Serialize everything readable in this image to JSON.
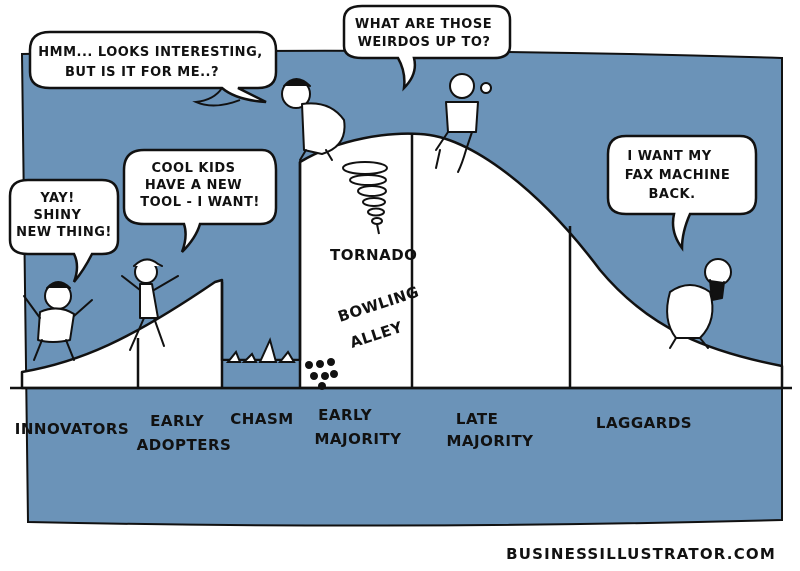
{
  "colors": {
    "panel": "#6b93b8",
    "ink": "#111111",
    "paper": "#ffffff"
  },
  "segments": [
    {
      "key": "innovators",
      "lines": [
        "INNOVATORS"
      ]
    },
    {
      "key": "early_adopters",
      "lines": [
        "EARLY",
        "ADOPTERS"
      ]
    },
    {
      "key": "chasm",
      "lines": [
        "CHASM"
      ]
    },
    {
      "key": "early_majority",
      "lines": [
        "EARLY",
        "MAJORITY"
      ]
    },
    {
      "key": "late_majority",
      "lines": [
        "LATE",
        "MAJORITY"
      ]
    },
    {
      "key": "laggards",
      "lines": [
        "LAGGARDS"
      ]
    }
  ],
  "bubbles": {
    "innovator": [
      "YAY!",
      "SHINY",
      "NEW THING!"
    ],
    "early_adopter": [
      "COOL KIDS",
      "HAVE A NEW",
      "TOOL - I WANT!"
    ],
    "early_majority": [
      "HMM... LOOKS INTERESTING,",
      "BUT IS IT FOR ME..?"
    ],
    "late_majority": [
      "WHAT ARE THOSE",
      "WEIRDOS UP TO?"
    ],
    "laggard": [
      "I WANT MY",
      "FAX MACHINE",
      "BACK."
    ]
  },
  "annotations": {
    "tornado": "TORNADO",
    "bowling_line1": "BOWLING",
    "bowling_line2": "ALLEY"
  },
  "credit": "BUSINESSILLUSTRATOR.COM",
  "icons": [
    "tornado-icon",
    "bowling-pins-icon",
    "shark-fins-icon"
  ]
}
